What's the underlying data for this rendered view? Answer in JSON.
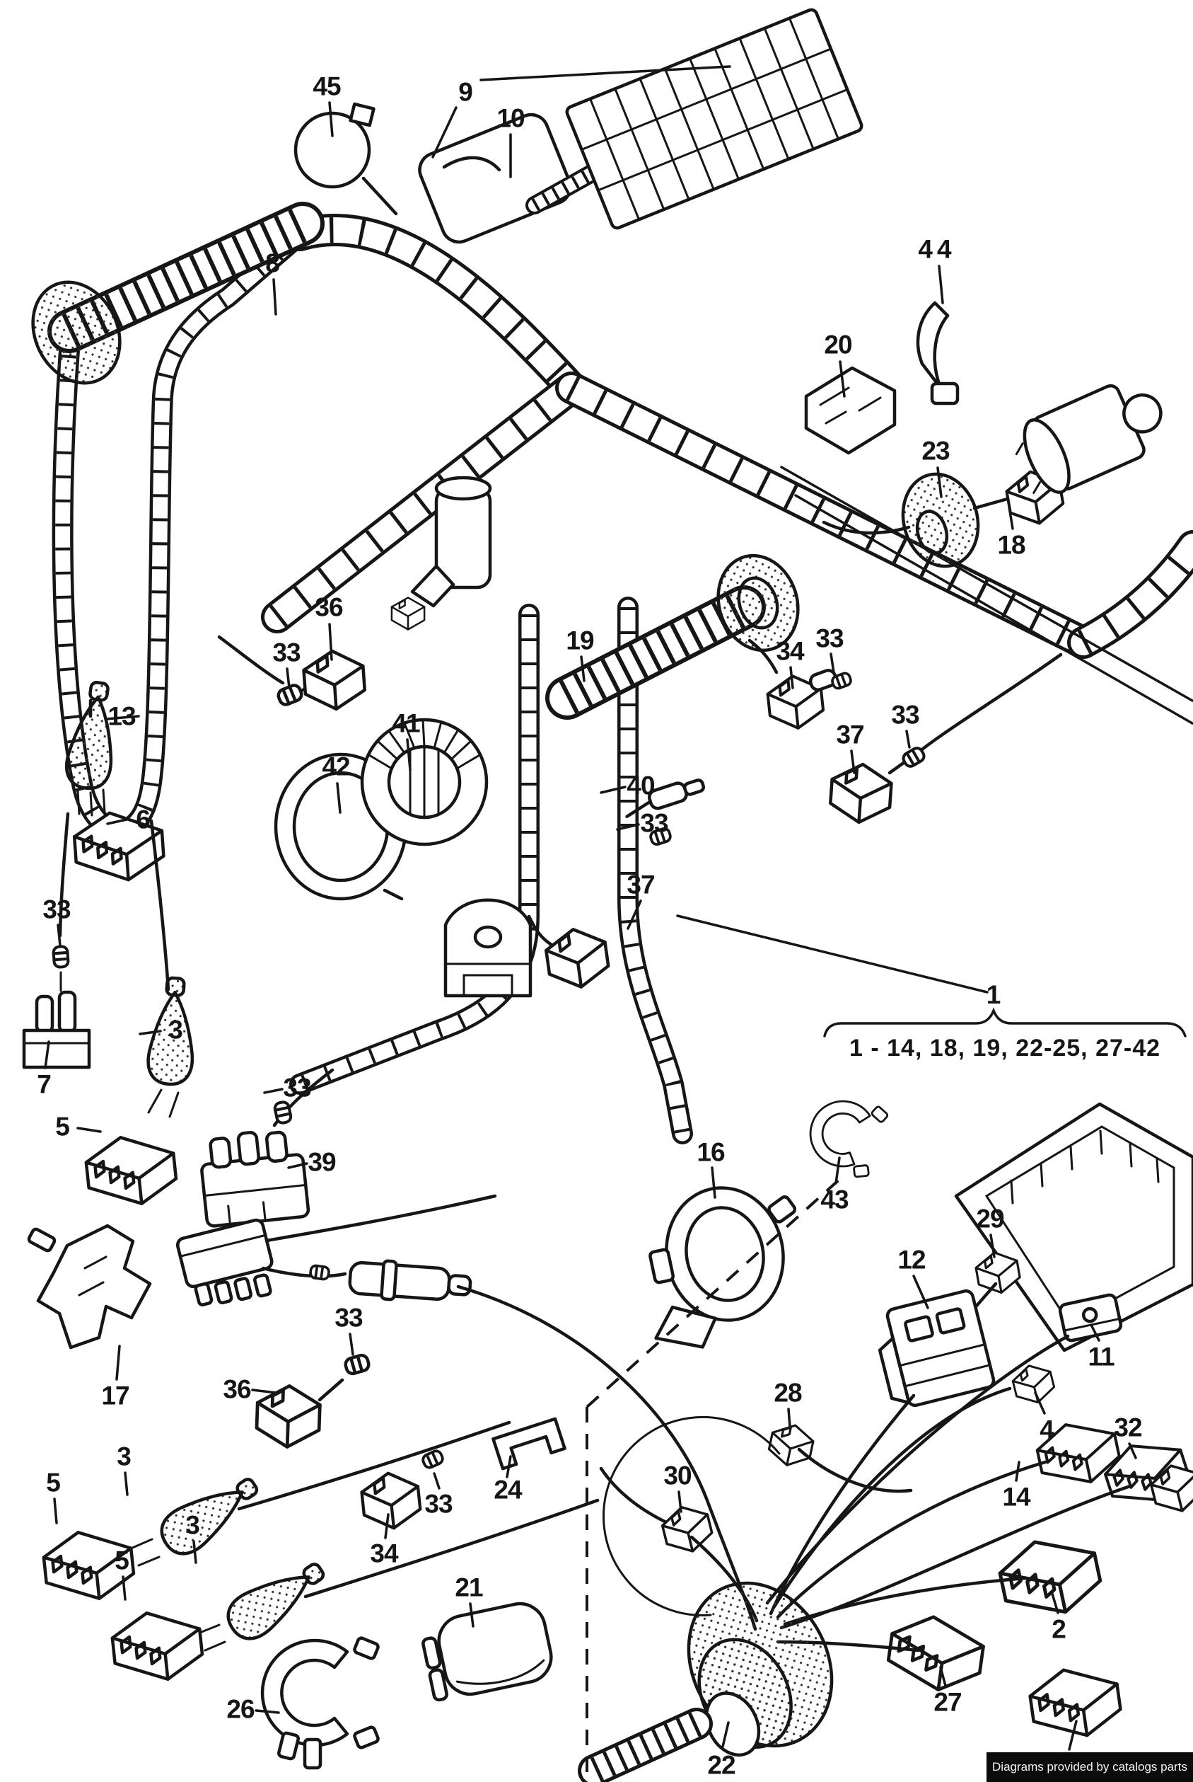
{
  "diagram": {
    "kind": "wiring-harness-parts-diagram",
    "footer": {
      "text": "Diagrams provided by catalogs parts",
      "bg": "#0c0c0c",
      "fg": "#f4f4f4"
    },
    "group": {
      "label": "1",
      "items": "1 - 14, 18, 19, 22-25, 27-42"
    },
    "ink_color": "#161616",
    "paper_color": "#ffffff",
    "callouts": [
      {
        "num": "45"
      },
      {
        "num": "9"
      },
      {
        "num": "10"
      },
      {
        "num": "8"
      },
      {
        "num": "44"
      },
      {
        "num": "20"
      },
      {
        "num": "23"
      },
      {
        "num": "18"
      },
      {
        "num": "13"
      },
      {
        "num": "6"
      },
      {
        "num": "36"
      },
      {
        "num": "33"
      },
      {
        "num": "19"
      },
      {
        "num": "41"
      },
      {
        "num": "42"
      },
      {
        "num": "40"
      },
      {
        "num": "33"
      },
      {
        "num": "37"
      },
      {
        "num": "34"
      },
      {
        "num": "33"
      },
      {
        "num": "37"
      },
      {
        "num": "33"
      },
      {
        "num": "33"
      },
      {
        "num": "3"
      },
      {
        "num": "7"
      },
      {
        "num": "5"
      },
      {
        "num": "33"
      },
      {
        "num": "39"
      },
      {
        "num": "17"
      },
      {
        "num": "36"
      },
      {
        "num": "33"
      },
      {
        "num": "3"
      },
      {
        "num": "5"
      },
      {
        "num": "5"
      },
      {
        "num": "3"
      },
      {
        "num": "34"
      },
      {
        "num": "33"
      },
      {
        "num": "24"
      },
      {
        "num": "21"
      },
      {
        "num": "26"
      },
      {
        "num": "16"
      },
      {
        "num": "43"
      },
      {
        "num": "29"
      },
      {
        "num": "12"
      },
      {
        "num": "11"
      },
      {
        "num": "28"
      },
      {
        "num": "4"
      },
      {
        "num": "32"
      },
      {
        "num": "30"
      },
      {
        "num": "14"
      },
      {
        "num": "2"
      },
      {
        "num": "27"
      },
      {
        "num": "22"
      }
    ]
  }
}
